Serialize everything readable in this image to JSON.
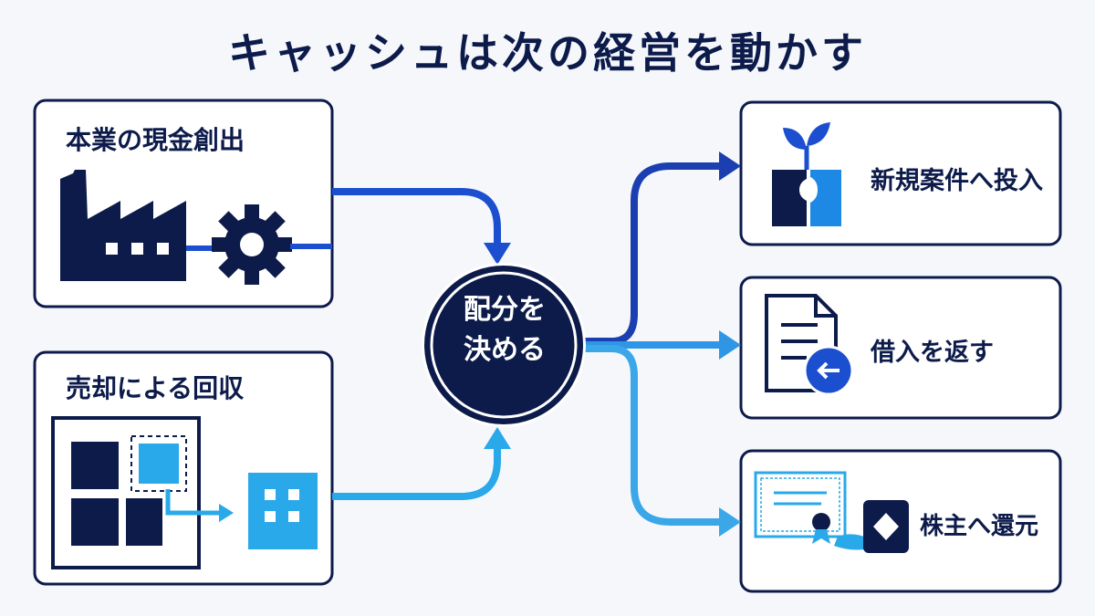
{
  "title": "キャッシュは次の経営を動かす",
  "sources": [
    {
      "label": "本業の現金創出",
      "icons": [
        "factory-icon",
        "gear-icon"
      ]
    },
    {
      "label": "売却による回収",
      "icons": [
        "portfolio-grid-icon",
        "building-icon"
      ]
    }
  ],
  "center": {
    "line1": "配分を",
    "line2": "決める"
  },
  "destinations": [
    {
      "label": "新規案件へ投入",
      "icon": "sprout-puzzle-icon"
    },
    {
      "label": "借入を返す",
      "icon": "document-return-icon"
    },
    {
      "label": "株主へ還元",
      "icon": "certificate-hand-icon"
    }
  ],
  "colors": {
    "navy": "#0d1b4b",
    "royal_blue": "#1b4fcf",
    "mid_blue": "#1e88e5",
    "sky_blue": "#29a8ea",
    "light_blue": "#3ba7e8",
    "background": "#f5f7fb"
  }
}
